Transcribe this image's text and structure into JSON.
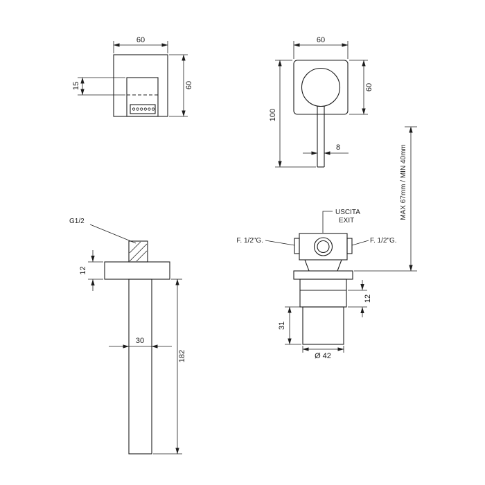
{
  "colors": {
    "line": "#1c1c1c",
    "background": "#ffffff"
  },
  "views": {
    "spout_front": {
      "width": "60",
      "height": "60",
      "spout_offset": "15"
    },
    "mixer_front": {
      "width": "60",
      "height": "60",
      "total_height": "100",
      "lever_width": "8"
    },
    "spout_side": {
      "thread": "G1/2",
      "plate_thickness": "12",
      "spout_width": "30",
      "spout_length": "182"
    },
    "valve_side": {
      "outlet_line1": "USCITA",
      "outlet_line2": "EXIT",
      "inlet_left": "F. 1/2\"G.",
      "inlet_right": "F. 1/2\"G.",
      "trim_depth": "12",
      "body_height": "31",
      "diameter": "Ø 42",
      "wall_range": "MAX 67mm / MIN 40mm"
    }
  }
}
